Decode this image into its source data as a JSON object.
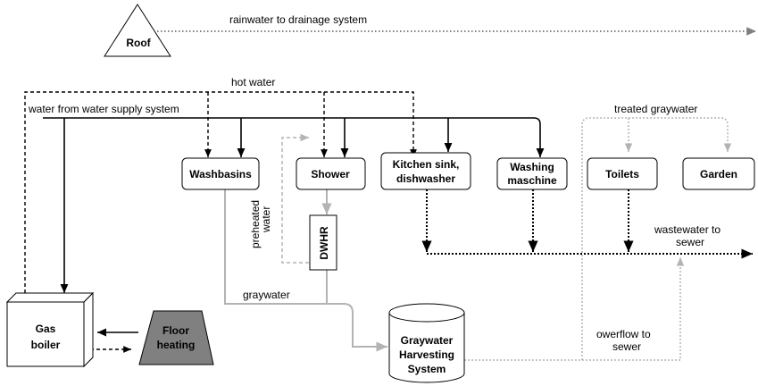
{
  "nodes": {
    "roof": "Roof",
    "washbasins": "Washbasins",
    "shower": "Shower",
    "kitchen_l1": "Kitchen sink,",
    "kitchen_l2": "dishwasher",
    "washing_l1": "Washing",
    "washing_l2": "maschine",
    "toilets": "Toilets",
    "garden": "Garden",
    "dwhr": "DWHR",
    "gas_l1": "Gas",
    "gas_l2": "boiler",
    "floor_l1": "Floor",
    "floor_l2": "heating",
    "ghs_l1": "Graywater",
    "ghs_l2": "Harvesting",
    "ghs_l3": "System"
  },
  "labels": {
    "rainwater": "rainwater to drainage system",
    "hot_water": "hot water",
    "water_supply": "water from water supply system",
    "treated_graywater": "treated graywater",
    "preheated_l1": "preheated",
    "preheated_l2": "water",
    "graywater": "graywater",
    "wastewater_l1": "wastewater to",
    "wastewater_l2": "sewer",
    "overflow_l1": "owerflow to",
    "overflow_l2": "sewer"
  },
  "colors": {
    "graywater_line": "#b3b3b3",
    "floor_heating_fill": "#808080",
    "rain_line": "#808080"
  }
}
